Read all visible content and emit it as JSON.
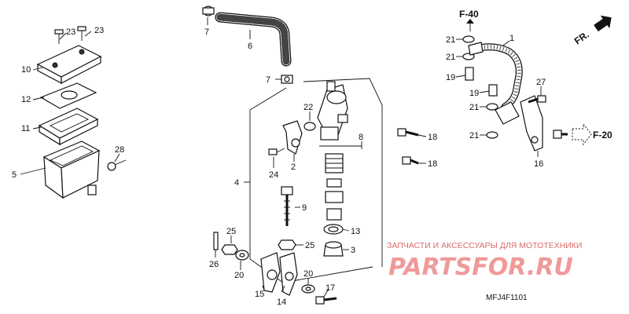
{
  "diagram": {
    "callouts": {
      "c1": "1",
      "c2": "2",
      "c3": "3",
      "c4": "4",
      "c5": "5",
      "c6": "6",
      "c7a": "7",
      "c7b": "7",
      "c8": "8",
      "c9": "9",
      "c10": "10",
      "c11": "11",
      "c12": "12",
      "c13": "13",
      "c14": "14",
      "c15": "15",
      "c16": "16",
      "c17": "17",
      "c18a": "18",
      "c18b": "18",
      "c19a": "19",
      "c19b": "19",
      "c20a": "20",
      "c20b": "20",
      "c21a": "21",
      "c21b": "21",
      "c21c": "21",
      "c21d": "21",
      "c22": "22",
      "c23a": "23",
      "c23b": "23",
      "c24": "24",
      "c25a": "25",
      "c25b": "25",
      "c26": "26",
      "c27": "27",
      "c28": "28"
    },
    "refs": {
      "top": "F-40",
      "right": "F-20"
    },
    "direction": "FR.",
    "code": "MFJ4F1101"
  },
  "watermark": {
    "line1": "ЗАПЧАСТИ И АКСЕССУАРЫ ДЛЯ МОТОТЕХНИКИ",
    "line2": "PARTSFOR.RU"
  },
  "colors": {
    "ink": "#111111",
    "watermark": "#ef9a9a",
    "watermark_text": "#d96b6b"
  }
}
